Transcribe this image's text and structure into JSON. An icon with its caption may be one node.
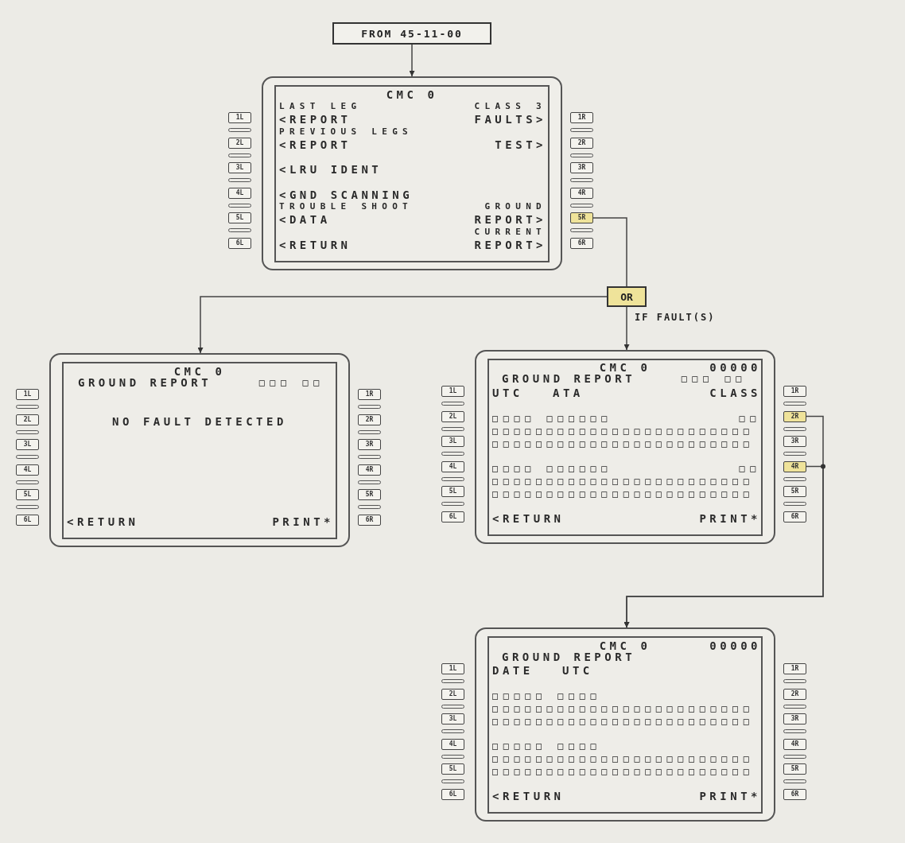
{
  "diagram": {
    "nodes": [
      {
        "text": [
          "FROM 45-11-00"
        ]
      },
      {
        "text": [
          "CMC 0",
          "LAST LEG",
          "CLASS 3",
          "<REPORT",
          "FAULTS>",
          "PREVIOUS LEGS",
          "<REPORT",
          "TEST>",
          "<LRU IDENT",
          "<GND SCANNING",
          "TROUBLE SHOOT",
          "GROUND",
          "<DATA",
          "REPORT>",
          "CURRENT",
          "<RETURN",
          "REPORT>"
        ]
      },
      {
        "text": [
          "1L"
        ]
      },
      {
        "text": [
          "2L"
        ]
      },
      {
        "text": [
          "3L"
        ]
      },
      {
        "text": [
          "4L"
        ]
      },
      {
        "text": [
          "5L"
        ]
      },
      {
        "text": [
          "6L"
        ]
      },
      {
        "text": [
          "1R"
        ]
      },
      {
        "text": [
          "2R"
        ]
      },
      {
        "text": [
          "3R"
        ]
      },
      {
        "text": [
          "4R"
        ]
      },
      {
        "text": [
          "5R"
        ]
      },
      {
        "text": [
          "6R"
        ]
      },
      {
        "text": [
          "OR"
        ]
      },
      {
        "text": [
          "CMC 0",
          "GROUND REPORT",
          "□□□ □□",
          "NO FAULT DETECTED",
          "<RETURN",
          "PRINT*"
        ]
      },
      {
        "text": [
          "1L"
        ]
      },
      {
        "text": [
          "2L"
        ]
      },
      {
        "text": [
          "3L"
        ]
      },
      {
        "text": [
          "4L"
        ]
      },
      {
        "text": [
          "5L"
        ]
      },
      {
        "text": [
          "6L"
        ]
      },
      {
        "text": [
          "1R"
        ]
      },
      {
        "text": [
          "2R"
        ]
      },
      {
        "text": [
          "3R"
        ]
      },
      {
        "text": [
          "4R"
        ]
      },
      {
        "text": [
          "5R"
        ]
      },
      {
        "text": [
          "6R"
        ]
      },
      {
        "text": [
          "CMC 0",
          "00000",
          "GROUND REPORT",
          "□□□ □□",
          "UTC",
          "ATA",
          "CLASS",
          "□□□□ □□□□□□",
          "□□",
          "□□□□□□□□□□□□□□□□□□□□□□□□",
          "□□□□□□□□□□□□□□□□□□□□□□□□",
          "□□□□ □□□□□□",
          "□□",
          "□□□□□□□□□□□□□□□□□□□□□□□□",
          "□□□□□□□□□□□□□□□□□□□□□□□□",
          "<RETURN",
          "PRINT*"
        ]
      },
      {
        "text": [
          "1L"
        ]
      },
      {
        "text": [
          "2L"
        ]
      },
      {
        "text": [
          "3L"
        ]
      },
      {
        "text": [
          "4L"
        ]
      },
      {
        "text": [
          "5L"
        ]
      },
      {
        "text": [
          "6L"
        ]
      },
      {
        "text": [
          "1R"
        ]
      },
      {
        "text": [
          "2R"
        ]
      },
      {
        "text": [
          "3R"
        ]
      },
      {
        "text": [
          "4R"
        ]
      },
      {
        "text": [
          "5R"
        ]
      },
      {
        "text": [
          "6R"
        ]
      },
      {
        "text": [
          "CMC 0",
          "00000",
          "GROUND REPORT",
          "DATE",
          "UTC",
          "□□□□□ □□□□",
          "□□□□□□□□□□□□□□□□□□□□□□□□",
          "□□□□□□□□□□□□□□□□□□□□□□□□",
          "□□□□□ □□□□",
          "□□□□□□□□□□□□□□□□□□□□□□□□",
          "□□□□□□□□□□□□□□□□□□□□□□□□",
          "<RETURN",
          "PRINT*"
        ]
      },
      {
        "text": [
          "1L"
        ]
      },
      {
        "text": [
          "2L"
        ]
      },
      {
        "text": [
          "3L"
        ]
      },
      {
        "text": [
          "4L"
        ]
      },
      {
        "text": [
          "5L"
        ]
      },
      {
        "text": [
          "6L"
        ]
      },
      {
        "text": [
          "1R"
        ]
      },
      {
        "text": [
          "2R"
        ]
      },
      {
        "text": [
          "3R"
        ]
      },
      {
        "text": [
          "4R"
        ]
      },
      {
        "text": [
          "5R"
        ]
      },
      {
        "text": [
          "6R"
        ]
      }
    ],
    "edges": [
      {
        "from": 0,
        "to": 1,
        "arrow": "to"
      },
      {
        "from": 12,
        "to": 14,
        "arrow": "none"
      },
      {
        "from": 14,
        "to": 15,
        "arrow": "to"
      },
      {
        "from": 14,
        "to": 28,
        "arrow": "to",
        "label": "IF FAULT(S)"
      },
      {
        "from": 36,
        "to": 41,
        "arrow": "to"
      },
      {
        "from": 38,
        "to": 41,
        "arrow": "to"
      }
    ]
  }
}
